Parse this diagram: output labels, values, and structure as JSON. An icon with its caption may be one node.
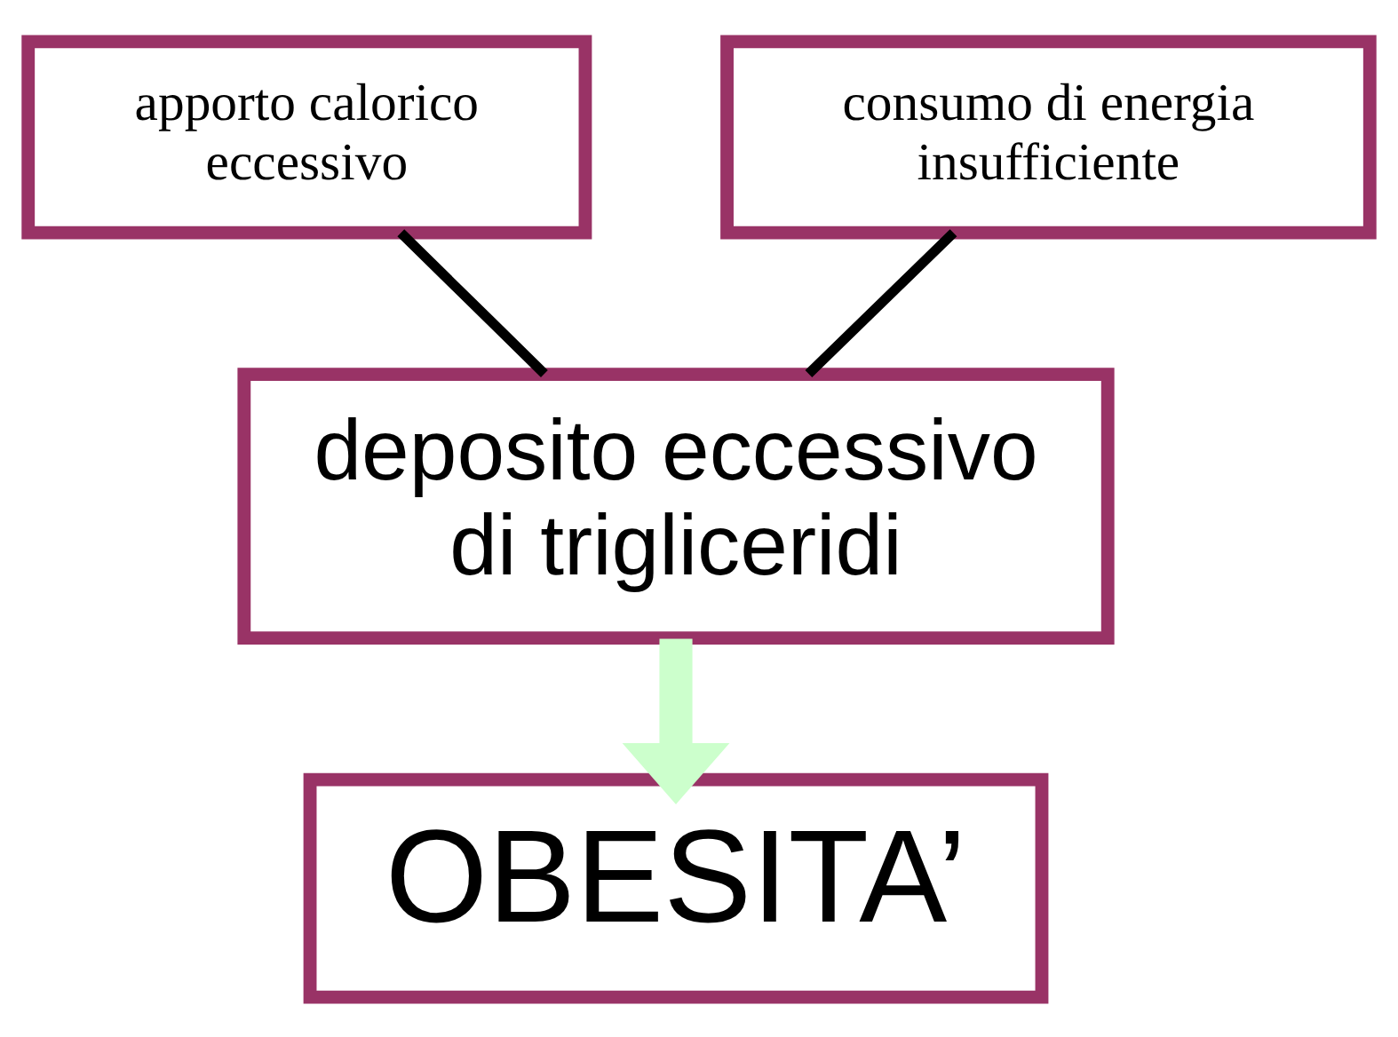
{
  "diagram": {
    "nodes": [
      {
        "text": [
          "apporto calorico eccessivo"
        ]
      },
      {
        "text": [
          "consumo di energia insufficiente"
        ]
      },
      {
        "text": [
          "deposito eccessivo di trigliceridi"
        ]
      },
      {
        "text": [
          "OBESITA’"
        ]
      }
    ],
    "edges": [
      {
        "from": 0,
        "to": 2,
        "arrow": "none"
      },
      {
        "from": 1,
        "to": 2,
        "arrow": "none"
      },
      {
        "from": 2,
        "to": 3,
        "arrow": "to",
        "style": "thick",
        "color": "#ccffcc"
      }
    ]
  }
}
